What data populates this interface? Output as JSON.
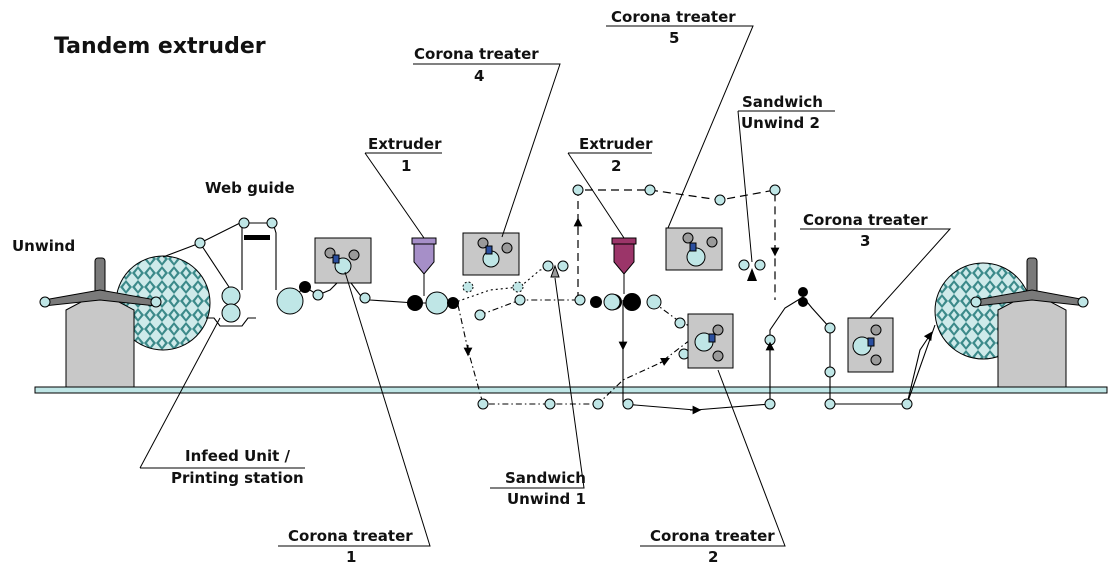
{
  "title": "Tandem extruder",
  "labels": {
    "unwind": "Unwind",
    "web_guide": "Web guide",
    "infeed_line1": "Infeed Unit /",
    "infeed_line2": "Printing station",
    "corona1_line1": "Corona treater",
    "corona1_line2": "1",
    "extruder1_line1": "Extruder",
    "extruder1_line2": "1",
    "corona4_line1": "Corona treater",
    "corona4_line2": "4",
    "sandwich1_line1": "Sandwich",
    "sandwich1_line2": "Unwind 1",
    "extruder2_line1": "Extruder",
    "extruder2_line2": "2",
    "corona5_line1": "Corona treater",
    "corona5_line2": "5",
    "sandwich2_line1": "Sandwich",
    "sandwich2_line2": "Unwind 2",
    "corona2_line1": "Corona treater",
    "corona2_line2": "2",
    "corona3_line1": "Corona treater",
    "corona3_line2": "3"
  },
  "colors": {
    "roll_fill": "#bfe6e6",
    "treater_box": "#c8c8c8",
    "extruder1": "#a68fc8",
    "extruder2": "#9b3569",
    "treater_electrode": "#2a4fa0",
    "unwind_body": "#c8c8c8",
    "unwind_arm": "#7a7a7a",
    "reel_pattern": "#3c8a8a"
  },
  "icons": [
    "unwind-stand-icon",
    "winder-stand-icon",
    "extruder-die-icon",
    "corona-treater-icon",
    "web-guide-icon"
  ]
}
